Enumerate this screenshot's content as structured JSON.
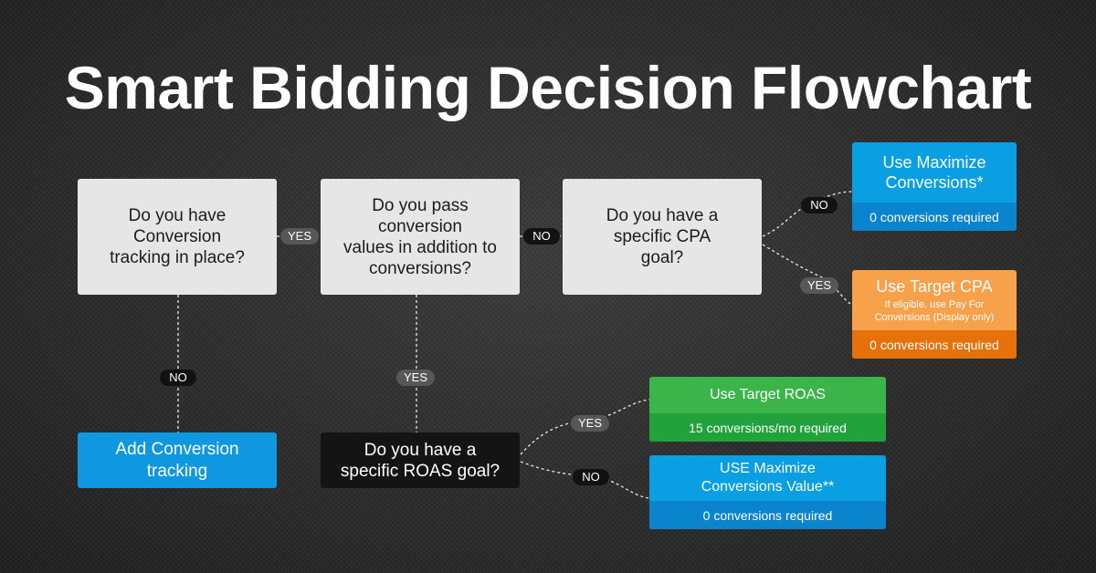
{
  "title": "Smart Bidding Decision Flowchart",
  "questions": {
    "conversion_tracking": "Do you have\nConversion\ntracking in place?",
    "conversion_values": "Do you pass conversion\nvalues in addition to\nconversions?",
    "cpa_goal": "Do you have a\nspecific CPA\ngoal?",
    "roas_goal": "Do you have a\nspecific ROAS goal?"
  },
  "outcomes": {
    "add_tracking": "Add Conversion\ntracking",
    "maximize_conversions": {
      "label": "Use Maximize\nConversions*",
      "requirement": "0 conversions required",
      "color": "#0a9fe3",
      "bottom_color": "#0a84cc"
    },
    "target_cpa": {
      "label": "Use Target CPA",
      "note": "If eligible. use Pay For\nConversions (Display only)",
      "requirement": "0 conversions required",
      "color": "#f7a14a",
      "bottom_color": "#e5710b"
    },
    "target_roas": {
      "label": "Use Target ROAS",
      "requirement": "15 conversions/mo required",
      "color": "#3bb44a",
      "bottom_color": "#22a23b"
    },
    "maximize_conversions_value": {
      "label": "USE Maximize\nConversions Value**",
      "requirement": "0 conversions required",
      "color": "#0a9fe3",
      "bottom_color": "#0a84cc"
    }
  },
  "labels": {
    "yes": "YES",
    "no": "NO"
  }
}
